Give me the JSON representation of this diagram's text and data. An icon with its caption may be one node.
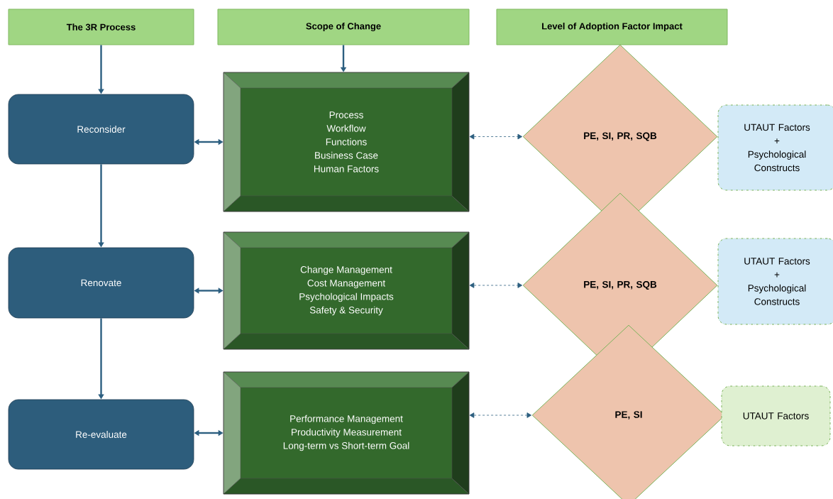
{
  "diagram": {
    "nodes": [
      {
        "text": [
          "The 3R Process"
        ]
      },
      {
        "text": [
          "Scope of Change"
        ]
      },
      {
        "text": [
          "Level of Adoption Factor Impact"
        ]
      },
      {
        "text": [
          "Reconsider"
        ]
      },
      {
        "text": [
          "Process",
          "Workflow",
          "Functions",
          "Business Case",
          "Human Factors"
        ]
      },
      {
        "text": [
          "PE, SI, PR, SQB"
        ]
      },
      {
        "text": [
          "UTAUT Factors",
          "+",
          "Psychological Constructs"
        ]
      },
      {
        "text": [
          "Renovate"
        ]
      },
      {
        "text": [
          "Change Management",
          "Cost Management",
          "Psychological Impacts",
          "Safety & Security"
        ]
      },
      {
        "text": [
          "PE, SI, PR, SQB"
        ]
      },
      {
        "text": [
          "UTAUT Factors",
          "+",
          "Psychological Constructs"
        ]
      },
      {
        "text": [
          "Re-evaluate"
        ]
      },
      {
        "text": [
          "Performance Management",
          "Productivity Measurement",
          "Long-term vs Short-term Goal"
        ]
      },
      {
        "text": [
          "PE, SI"
        ]
      },
      {
        "text": [
          "UTAUT Factors"
        ]
      }
    ],
    "edges": [
      {
        "from": 0,
        "to": 3,
        "arrow": "to"
      },
      {
        "from": 1,
        "to": 4,
        "arrow": "to"
      },
      {
        "from": 3,
        "to": 7,
        "arrow": "to"
      },
      {
        "from": 7,
        "to": 11,
        "arrow": "to"
      },
      {
        "from": 3,
        "to": 4,
        "arrow": "both"
      },
      {
        "from": 7,
        "to": 8,
        "arrow": "both"
      },
      {
        "from": 11,
        "to": 12,
        "arrow": "both"
      },
      {
        "from": 4,
        "to": 5,
        "arrow": "both",
        "style": "dashed"
      },
      {
        "from": 8,
        "to": 9,
        "arrow": "both",
        "style": "dashed"
      },
      {
        "from": 12,
        "to": 13,
        "arrow": "both",
        "style": "dashed"
      }
    ]
  }
}
